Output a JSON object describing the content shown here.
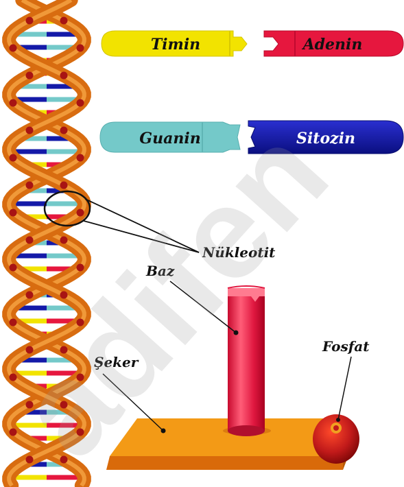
{
  "bases": {
    "timin": "Timin",
    "adenin": "Adenin",
    "guanin": "Guanin",
    "sitozin": "Sitozin"
  },
  "labels": {
    "nukleotit": "Nükleotit",
    "baz": "Baz",
    "seker": "Şeker",
    "fosfat": "Fosfat"
  },
  "watermark": "adifen",
  "colors": {
    "timin": "#f2e300",
    "adenin": "#e6173e",
    "guanin": "#74c9c9",
    "sitozin": "#141aa8",
    "backbone": "#e07a12",
    "phosphate": "#c11a1a",
    "sugar": "#f39a16"
  }
}
